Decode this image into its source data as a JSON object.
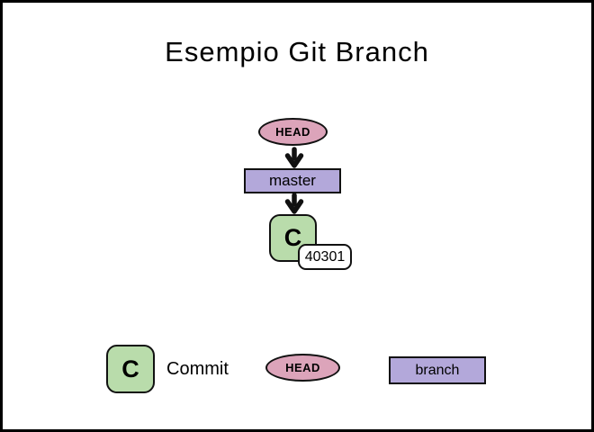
{
  "title": "Esempio Git Branch",
  "colors": {
    "head_fill": "#dca4ba",
    "branch_fill": "#b3a8da",
    "commit_fill": "#b9dcab",
    "hash_fill": "#ffffff",
    "stroke": "#111111"
  },
  "diagram": {
    "head": {
      "label": "HEAD"
    },
    "branch": {
      "label": "master"
    },
    "commit": {
      "label": "C",
      "hash": "40301"
    }
  },
  "legend": {
    "commit": {
      "symbol": "C",
      "label": "Commit"
    },
    "head": {
      "label": "HEAD"
    },
    "branch": {
      "label": "branch"
    }
  }
}
